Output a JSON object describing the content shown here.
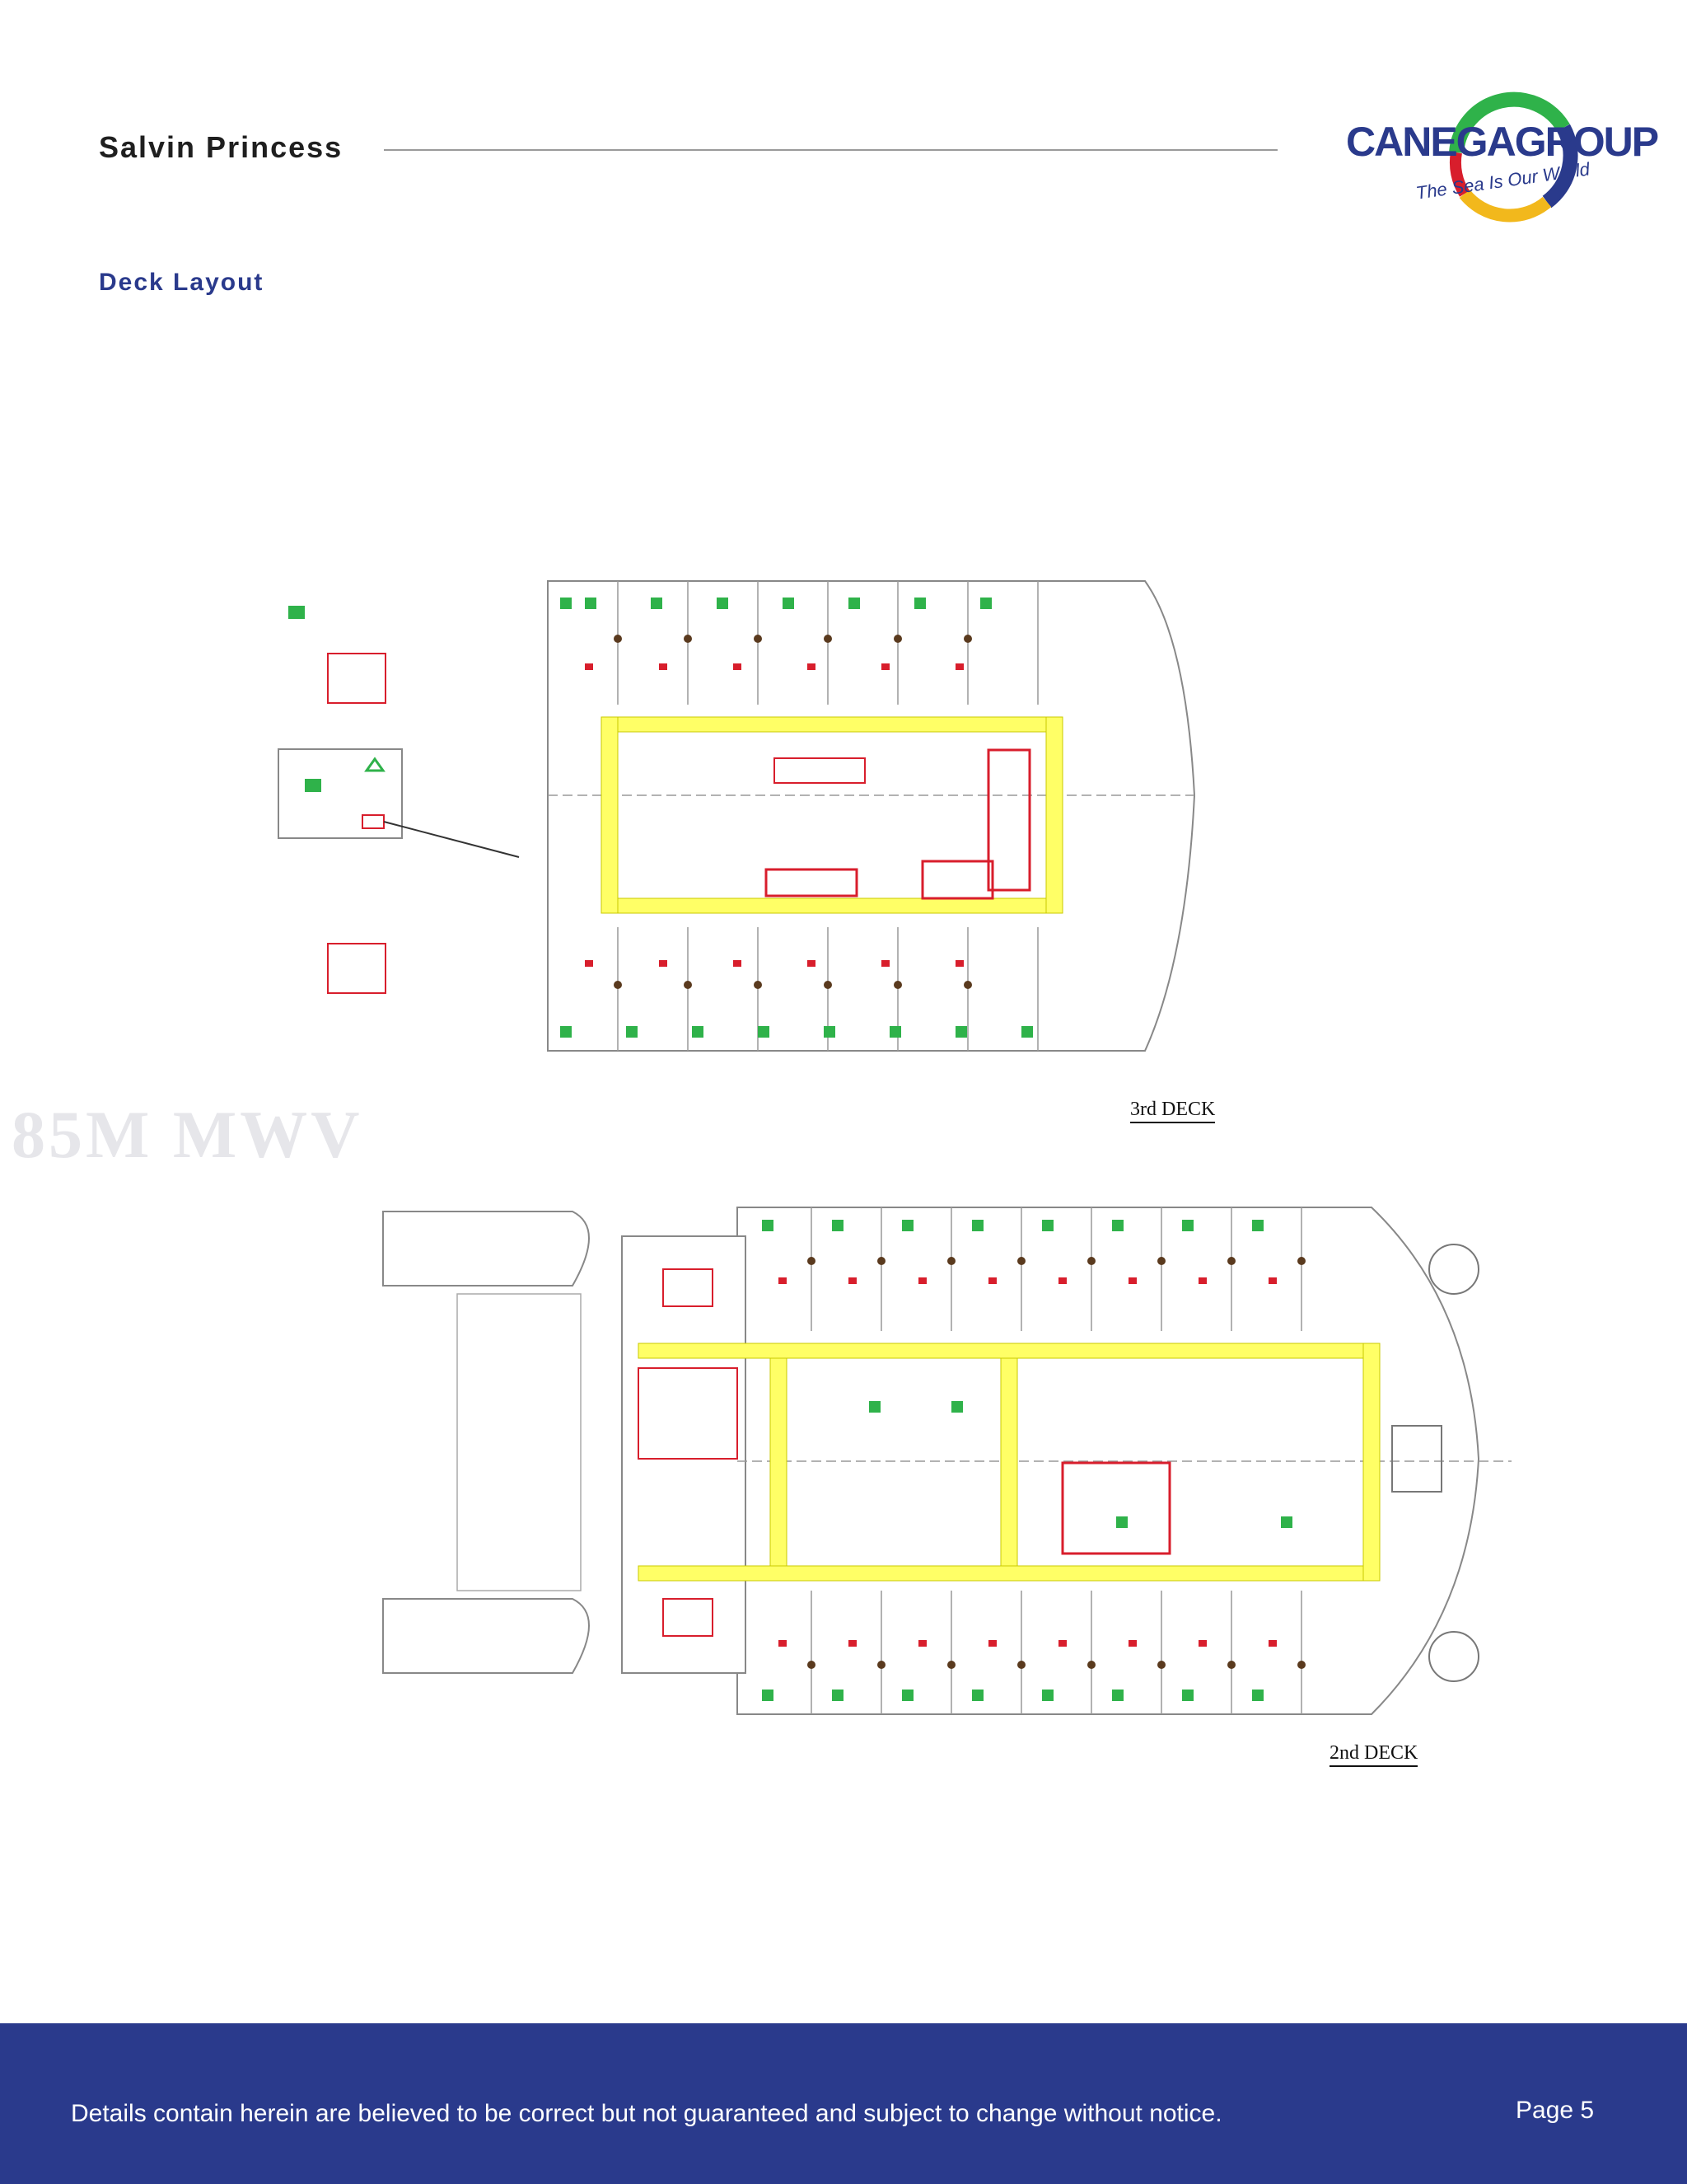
{
  "header": {
    "title": "Salvin Princess"
  },
  "logo": {
    "word_part1": "CANEGA",
    "word_part2": "GROUP",
    "tagline": "The Sea Is Our World"
  },
  "section": {
    "title": "Deck Layout"
  },
  "decks": {
    "upper_label": "3rd DECK",
    "lower_label": "2nd DECK"
  },
  "footer": {
    "disclaimer": "Details contain herein are believed to be correct but not guaranteed and subject to change without notice.",
    "page": "Page 5"
  },
  "colors": {
    "brand_blue": "#2a3a8c",
    "corridor_yellow": "#ffff66",
    "stair_red": "#d81e2c",
    "safety_green": "#2fb24a",
    "plan_line": "#9a9a9a"
  },
  "icons": [
    "logo-globe-icon",
    "life-jacket-icon",
    "crew-figure-icon",
    "fire-extinguisher-icon"
  ]
}
